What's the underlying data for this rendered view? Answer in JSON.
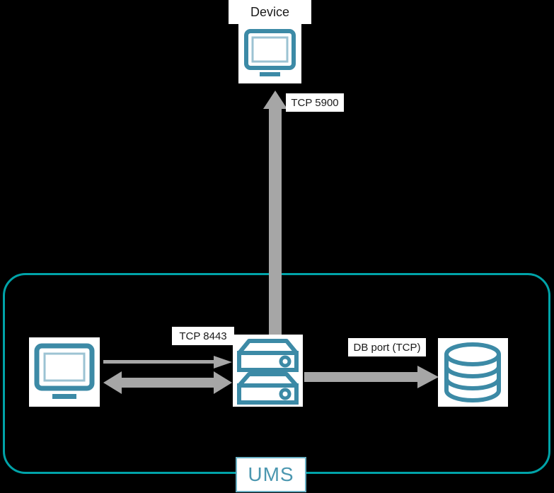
{
  "diagram": {
    "title_label": "Device",
    "background_color": "#000000",
    "accent_teal": "#3c8aa6",
    "container_teal": "#00a3a8",
    "arrow_gray": "#a6a6a6",
    "label_bg": "#ffffff"
  },
  "nodes": [
    {
      "id": "device",
      "label": "Device",
      "icon": "monitor-icon",
      "inside_ums": false
    },
    {
      "id": "client",
      "label": "",
      "icon": "monitor-icon",
      "inside_ums": true
    },
    {
      "id": "server",
      "label": "",
      "icon": "server-icon",
      "inside_ums": true
    },
    {
      "id": "database",
      "label": "",
      "icon": "database-icon",
      "inside_ums": true
    }
  ],
  "connections": [
    {
      "id": "server-to-device",
      "label": "TCP 5900",
      "direction": "up",
      "style": "single-arrow"
    },
    {
      "id": "client-to-server",
      "label": "TCP 8443",
      "direction": "bidirectional",
      "style": "double-arrow"
    },
    {
      "id": "server-to-database",
      "label": "DB port (TCP)",
      "direction": "right",
      "style": "single-arrow"
    }
  ],
  "container": {
    "label": "UMS",
    "border_color": "#00a3a8",
    "label_border_color": "#6ab0c4",
    "label_text_color": "#4b97b0"
  }
}
